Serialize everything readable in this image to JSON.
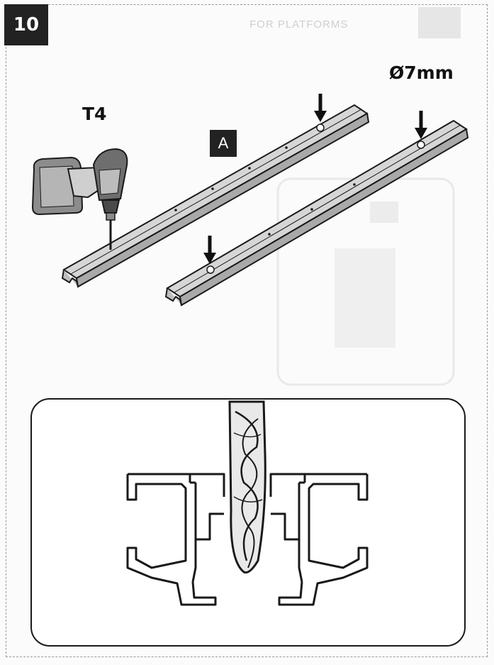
{
  "step_number": "10",
  "bleed_through_text": "FOR PLATFORMS",
  "tool": {
    "bit_label": "T4",
    "icon": "cordless-drill-icon"
  },
  "hole": {
    "diameter_label": "Ø7mm"
  },
  "part": {
    "label": "A",
    "count": 2
  },
  "colors": {
    "ink": "#1a1a1a",
    "rail_fill": "#d2d2d2",
    "badge_bg": "#222222"
  }
}
